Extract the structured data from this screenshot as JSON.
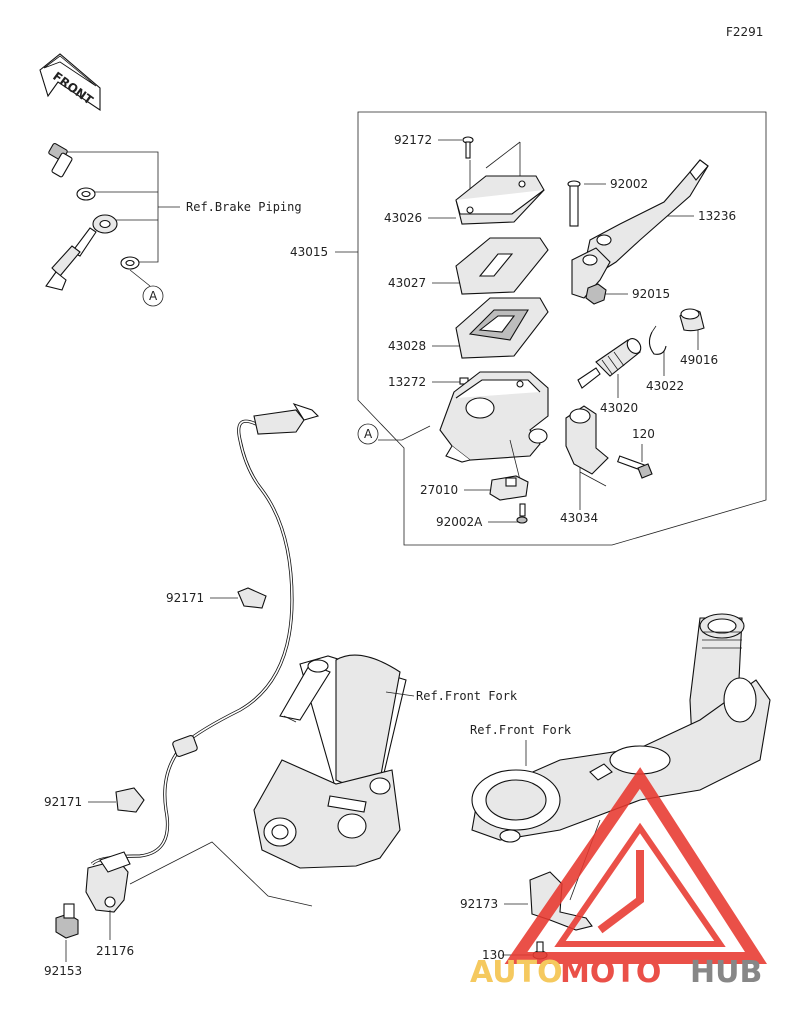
{
  "figure_code": "F2291",
  "front_label": "FRONT",
  "refs": {
    "brake_piping": "Ref.Brake Piping",
    "front_fork_1": "Ref.Front Fork",
    "front_fork_2": "Ref.Front Fork"
  },
  "callout_A": "A",
  "parts": {
    "p92172": "92172",
    "p43026": "43026",
    "p43015": "43015",
    "p43027": "43027",
    "p43028": "43028",
    "p13272": "13272",
    "p27010": "27010",
    "p92002A": "92002A",
    "p43034": "43034",
    "p120": "120",
    "p43020": "43020",
    "p43022": "43022",
    "p49016": "49016",
    "p92015": "92015",
    "p13236": "13236",
    "p92002": "92002",
    "p92171a": "92171",
    "p92171b": "92171",
    "p92153": "92153",
    "p21176": "21176",
    "p92173": "92173",
    "p130": "130"
  },
  "watermark": {
    "part1": "AUTO",
    "part2": "MOTO",
    "part3": "HUB",
    "color_red": "#e8382f",
    "color_yellow": "#f4c24a",
    "color_gray": "#777777"
  }
}
